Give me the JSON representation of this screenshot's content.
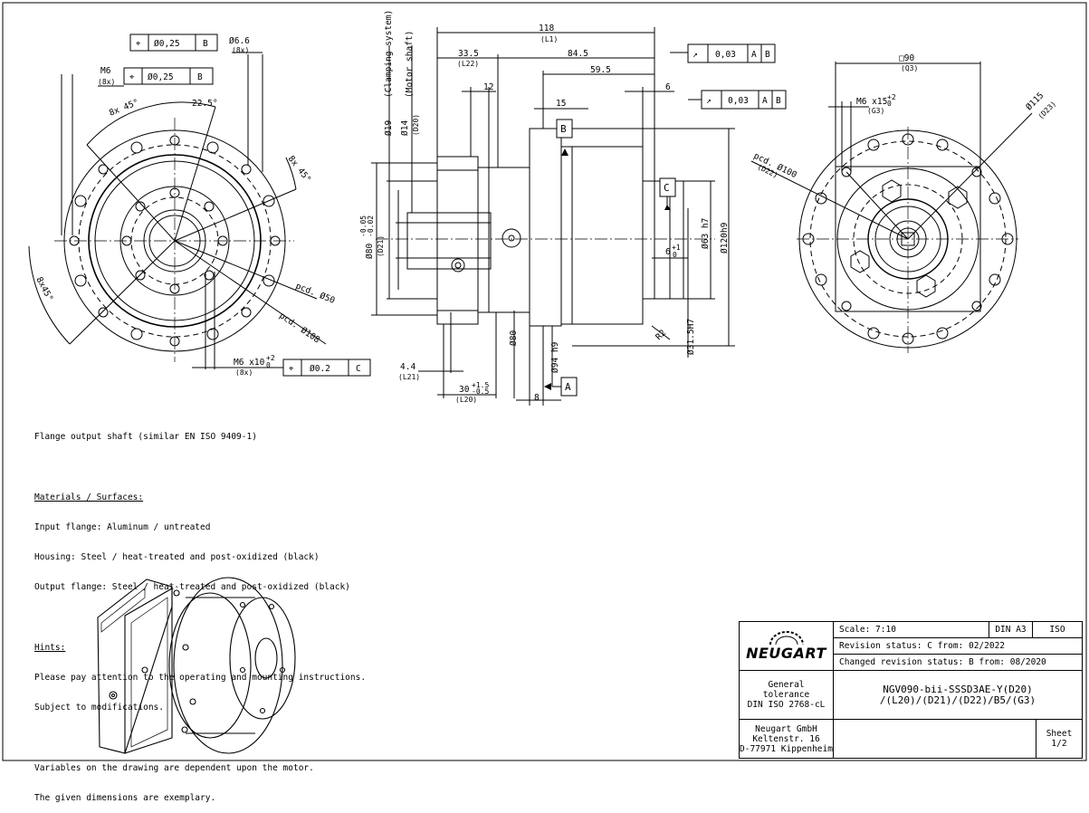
{
  "left_view": {
    "fcf_top": {
      "sym": "⌖",
      "tol": "Ø0,25",
      "datum": "B"
    },
    "thread_top": {
      "main": "Ø6.6",
      "sub": "(8x)"
    },
    "m6_left": {
      "main": "M6",
      "sub": "(8x)"
    },
    "fcf_left": {
      "sym": "⌖",
      "tol": "Ø0,25",
      "datum": "B"
    },
    "ang_a": "8x 45°",
    "ang_b": "22.5°",
    "ang_c": "8x 45°",
    "ang_d": "8x45°",
    "pcd50": "pcd. Ø50",
    "pcd108": "pcd. Ø108",
    "m6_bottom": {
      "main": "M6 x10",
      "sup": "+2",
      "sub_sup": "0",
      "sub": "(8x)"
    },
    "fcf_bottom": {
      "sym": "⌖",
      "tol": "Ø0.2",
      "datum": "C"
    }
  },
  "side_view": {
    "d118": "118",
    "l1": "(L1)",
    "d33_5": "33.5",
    "l22": "(L22)",
    "d84_5": "84.5",
    "d59_5": "59.5",
    "d12": "12",
    "d15": "15",
    "d6": "6",
    "clamp": "(Clamping system)",
    "motor": "(Motor shaft)",
    "d19": "Ø19",
    "d14": "Ø14",
    "d20": "(D20)",
    "d80tol": "Ø80",
    "d80tol_up": "-0.05",
    "d80tol_dn": "-0.02",
    "d21": "(D21)",
    "d80": "Ø80",
    "d94": "Ø94 h9",
    "d31": "Ø31.5H7",
    "d63": "Ø63 h7",
    "d120": "Ø120h9",
    "r2": "R2",
    "six_tol": "6",
    "six_tol_up": "+1",
    "six_tol_dn": "0",
    "datum_b": "B",
    "datum_c": "C",
    "datum_a": "A",
    "fcf_r1": {
      "sym": "↗",
      "tol": "0,03",
      "d1": "A",
      "d2": "B"
    },
    "fcf_r2": {
      "sym": "↗",
      "tol": "0,03",
      "d1": "A",
      "d2": "B"
    },
    "d4_4": "4.4",
    "l21": "(L21)",
    "d30": "30",
    "d30_up": "+1.5",
    "d30_dn": "-0.5",
    "l20": "(L20)",
    "d8": "8"
  },
  "right_view": {
    "sq90": "□90",
    "q3": "(Q3)",
    "m6": "M6 x15",
    "m6_up": "+2",
    "m6_dn": "0",
    "g3": "(G3)",
    "d115": "Ø115",
    "d23": "(D23)",
    "pcd100": "pcd. Ø100",
    "d22": "(D22)"
  },
  "notes": {
    "l1": "Flange output shaft (similar EN ISO 9409-1)",
    "h1": "Materials / Surfaces:",
    "l2": "Input flange: Aluminum / untreated",
    "l3": "Housing: Steel / heat-treated and post-oxidized (black)",
    "l4": "Output flange: Steel / heat-treated and post-oxidized (black)",
    "h2": "Hints:",
    "l5": "Please pay attention to the operating and mounting instructions.",
    "l6": "Subject to modifications.",
    "l7": "Variables on the drawing are dependent upon the motor.",
    "l8": "The given dimensions are exemplary."
  },
  "title_block": {
    "logo": "NEUGART",
    "scale": "Scale: 7:10",
    "format": "DIN A3",
    "iso": "ISO",
    "rev": "Revision status: C   from: 02/2022",
    "changed": "Changed revision status: B   from: 08/2020",
    "general": "General\ntolerance\nDIN ISO 2768-cL",
    "part": "NGV090-bii-SSSD3AE-Y(D20)\n/(L20)/(D21)/(D22)/B5/(G3)",
    "company": "Neugart GmbH\nKeltenstr. 16\nD-77971 Kippenheim",
    "sheet": "Sheet 1/2"
  }
}
